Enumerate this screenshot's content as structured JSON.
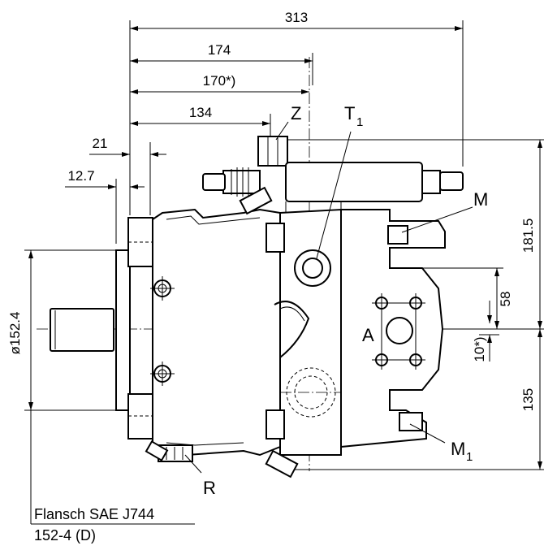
{
  "dimensions": {
    "overall_width": "313",
    "to_port_t1": "174",
    "to_centre_note": "170*)",
    "to_port_z": "134",
    "flange_offset": "21",
    "flange_thickness": "12.7",
    "upper_height": "181.5",
    "port_a_offset": "58",
    "centre_offset_note": "10*)",
    "lower_height": "135",
    "flange_diameter": "ø152.4"
  },
  "ports": {
    "z": "Z",
    "t1_letter": "T",
    "t1_sub": "1",
    "m": "M",
    "a": "A",
    "m1_letter": "M",
    "m1_sub": "1",
    "r": "R"
  },
  "flange_note": {
    "line1": "Flansch SAE J744",
    "line2": "152-4 (D)"
  }
}
